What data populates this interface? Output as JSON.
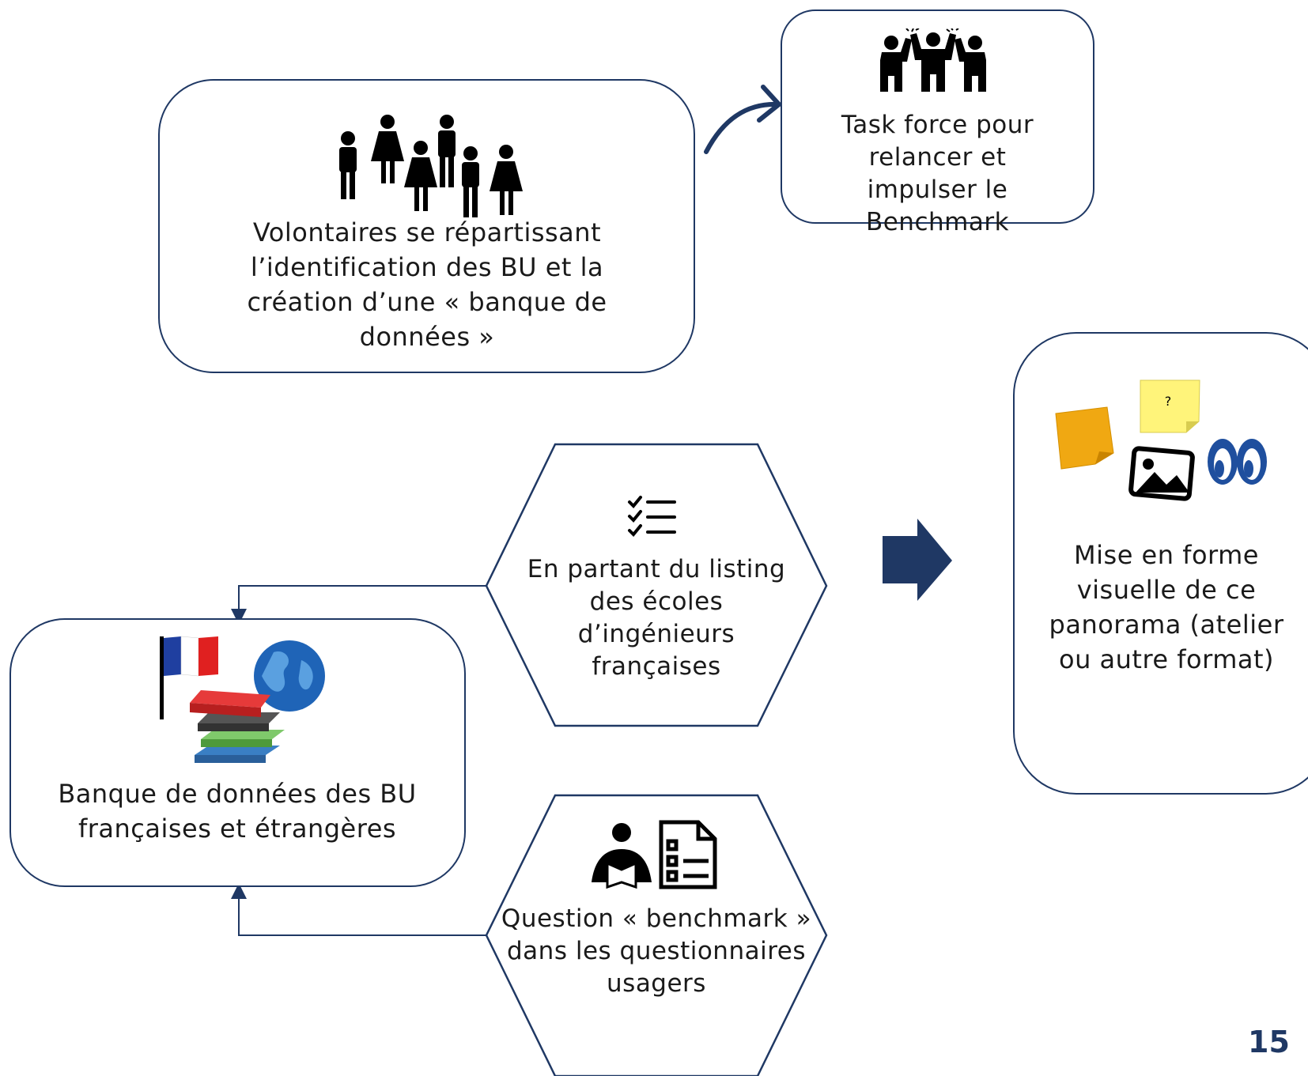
{
  "page_number": "15",
  "accent_color": "#1f3864",
  "boxes": {
    "volunteers": {
      "text": "Volontaires se répartissant l’identification des BU et la création d’une « banque de données »",
      "icon": "group-people-icon"
    },
    "taskforce": {
      "text": "Task force pour relancer et impulser le Benchmark",
      "icon": "high-five-icon"
    },
    "listing": {
      "text": "En partant du listing des écoles d’ingénieurs françaises",
      "icon": "checklist-icon"
    },
    "database": {
      "text": "Banque de données des BU françaises et étrangères",
      "icon": "flag-globe-books-icon"
    },
    "question": {
      "text": "Question « benchmark » dans les questionnaires usagers",
      "icon": "reader-form-icon"
    },
    "visual": {
      "text": "Mise en forme visuelle de ce panorama (atelier ou autre format)",
      "icon": "sticky-notes-image-eyes-icon",
      "note_mark": "?"
    }
  }
}
